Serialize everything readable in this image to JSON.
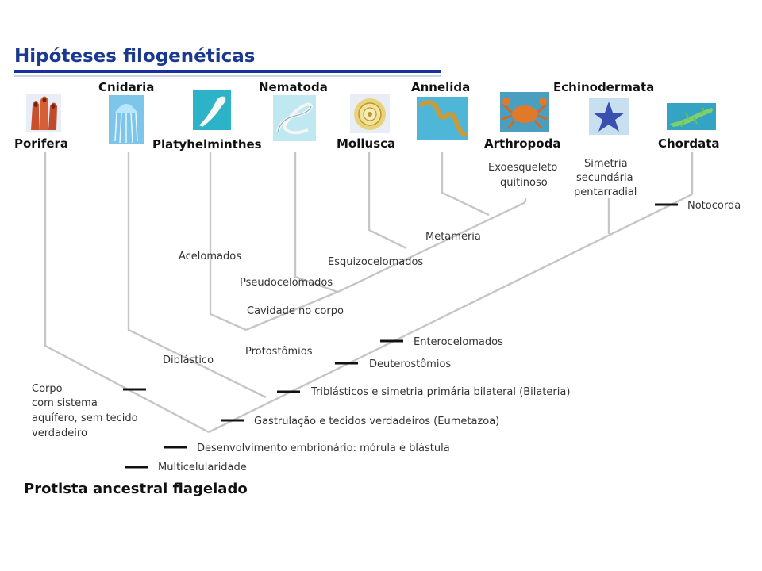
{
  "title": "Hipóteses filogenéticas",
  "root_label": "Protista ancestral flagelado",
  "taxa": {
    "porifera": "Porifera",
    "cnidaria": "Cnidaria",
    "platyhelminthes": "Platyhelminthes",
    "nematoda": "Nematoda",
    "mollusca": "Mollusca",
    "annelida": "Annelida",
    "arthropoda": "Arthropoda",
    "echinodermata": "Echinodermata",
    "chordata": "Chordata"
  },
  "labels": {
    "exoesqueleto_1": "Exoesqueleto",
    "exoesqueleto_2": "quitinoso",
    "simetria_1": "Simetria",
    "simetria_2": "secundária",
    "simetria_3": "pentarradial",
    "notocorda": "Notocorda",
    "metameria": "Metameria",
    "esquizocelomados": "Esquizocelomados",
    "acelomados": "Acelomados",
    "pseudocelomados": "Pseudocelomados",
    "cavidade": "Cavidade no corpo",
    "protostomios": "Protostômios",
    "enterocelomados": "Enterocelomados",
    "diblastico": "Diblástico",
    "deuterostomios": "Deuterostômios",
    "corpo_1": "Corpo",
    "corpo_2": "com sistema",
    "corpo_3": "aquífero, sem tecido",
    "corpo_4": "verdadeiro",
    "triblasticos": "Triblásticos e simetria primária bilateral (Bilateria)",
    "gastrulacao": "Gastrulação e tecidos verdadeiros (Eumetazoa)",
    "desenvolvimento": "Desenvolvimento embrionário: mórula e blástula",
    "multicelularidade": "Multicelularidade"
  },
  "icons": [
    "sponge-icon",
    "jellyfish-icon",
    "flatworm-icon",
    "roundworm-icon",
    "snail-icon",
    "earthworm-icon",
    "crab-icon",
    "starfish-icon",
    "lizard-icon"
  ],
  "colors": {
    "title": "#1a3a8f",
    "rule": "#1a2fa0"
  }
}
